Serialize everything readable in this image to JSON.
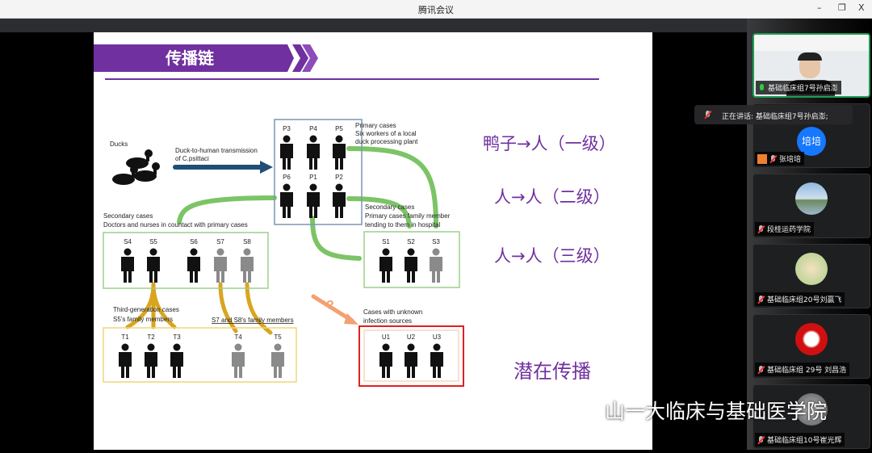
{
  "window": {
    "title": "腾讯会议",
    "minimize": "–",
    "restore": "❐",
    "close": "X"
  },
  "slide": {
    "title": "传播链",
    "labels": {
      "ducks": "Ducks",
      "duck_to_human": "Duck-to-human transmission",
      "of_pathogen": "of C.psittaci",
      "primary_title": "Primary cases",
      "primary_desc1": "Six workers of a local",
      "primary_desc2": "duck processing plant",
      "secondary_left_title": "Secondary cases",
      "secondary_left_desc": "Doctors and nurses in countact with primary cases",
      "secondary_right_title": "Secondary cases",
      "secondary_right_desc1": "Primary cases family member",
      "secondary_right_desc2": "tending to them in hospital",
      "third_title": "Third-generation cases",
      "third_desc": "S5's family members",
      "s7s8_family": "S7 and S8's family members",
      "unknown_title": "Cases with unknown",
      "unknown_desc": "infection sources",
      "question": "?"
    },
    "people": {
      "primary": [
        "P3",
        "P4",
        "P5",
        "P6",
        "P1",
        "P2"
      ],
      "secondary_left": [
        "S4",
        "S5",
        "S6",
        "S7",
        "S8"
      ],
      "secondary_right": [
        "S1",
        "S2",
        "S3"
      ],
      "third": [
        "T1",
        "T2",
        "T3",
        "T4",
        "T5"
      ],
      "unknown": [
        "U1",
        "U2",
        "U3"
      ]
    },
    "levels": [
      "鸭子→人（一级）",
      "人→人（二级）",
      "人→人（三级）"
    ],
    "latent": "潜在传播"
  },
  "colors": {
    "purple": "#7030a0",
    "green": "#7cc466",
    "gold": "#d9a521",
    "navy": "#1f4e79",
    "red": "#e02020",
    "orange": "#f4a070"
  },
  "participants": [
    {
      "name": "基础临床组7号孙启澎",
      "mic": "on"
    },
    {
      "name": "张培培",
      "avatar_text": "培培",
      "mic": "off"
    },
    {
      "name": "段桂运药学院",
      "mic": "off"
    },
    {
      "name": "基础临床组20号刘赢飞",
      "mic": "off"
    },
    {
      "name": "基础临床组 29号 刘昌浩",
      "mic": "off"
    },
    {
      "name": "基础临床组10号崔光辉",
      "mic": "off"
    }
  ],
  "speaking": "正在讲话: 基础临床组7号孙启澎;",
  "watermark": "山一大临床与基础医学院"
}
